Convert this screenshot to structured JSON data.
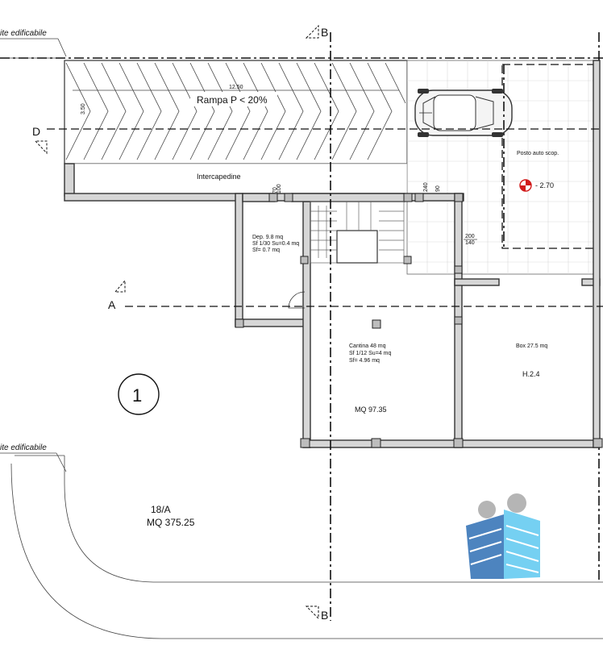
{
  "labels": {
    "limit_top": "ite edificabile",
    "limit_bottom": "ite edificabile",
    "section_b_top": "B",
    "section_b_bottom": "B",
    "section_d": "D",
    "section_a": "A",
    "ramp": "Rampa P < 20%",
    "ramp_length": "12.50",
    "ramp_width": "3.50",
    "intercapedine": "Intercapedine",
    "dim_100": "100",
    "dim_70": "70",
    "dim_240": "240",
    "dim_90": "90",
    "dim_200": "200",
    "dim_140": "140",
    "parking": "Posto auto scop.",
    "level": "- 2.70",
    "dep_1": "Dep. 9.8 mq",
    "dep_2": "Sf  1/30 Su=0.4 mq",
    "dep_3": "Sf= 0.7 mq",
    "cantina_1": "Cantina 48 mq",
    "cantina_2": "Sf  1/12 Su=4 mq",
    "cantina_3": "Sf= 4.96 mq",
    "mq_total": "MQ 97.35",
    "box": "Box 27.5 mq",
    "box_height": "H.2.4",
    "lot_number": "1",
    "lot_code": "18/A",
    "lot_area": "MQ 375.25"
  },
  "colors": {
    "wall_fill": "#d6d6d6",
    "logo_light": "#5ec8f0",
    "logo_dark": "#2f6fb5",
    "logo_head": "#a9a9a9",
    "level_marker": "#d11a1a"
  }
}
